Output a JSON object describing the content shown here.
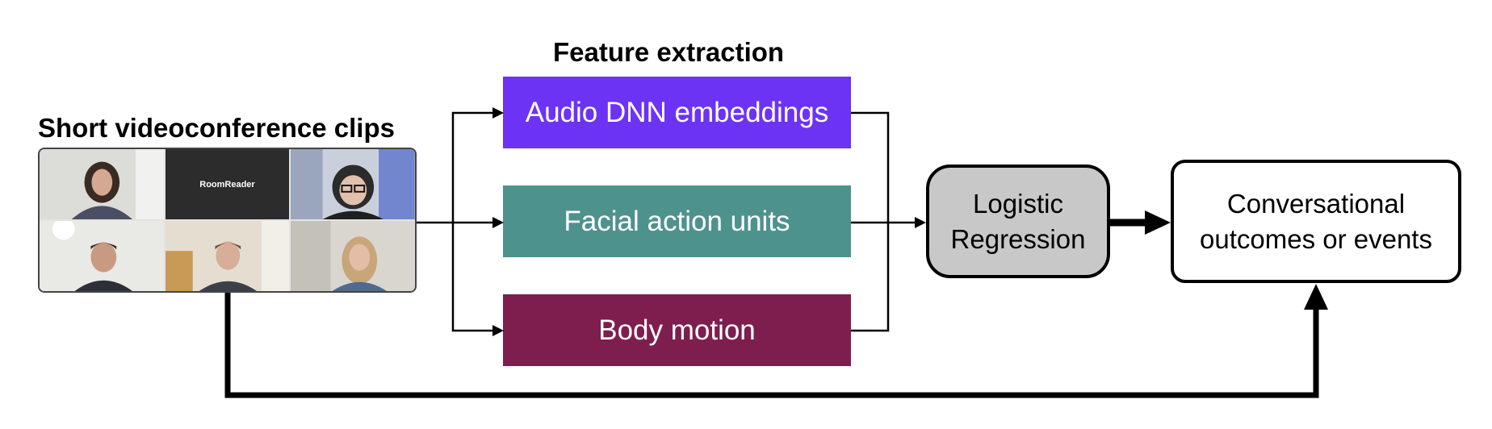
{
  "source": {
    "title": "Short videoconference clips"
  },
  "grid": {
    "center_label": "RoomReader"
  },
  "features": {
    "title": "Feature extraction",
    "audio": {
      "label": "Audio DNN embeddings",
      "color": "#6C33F5"
    },
    "facial": {
      "label": "Facial action units",
      "color": "#4E928E"
    },
    "body": {
      "label": "Body motion",
      "color": "#7E1E4F"
    }
  },
  "model": {
    "line1": "Logistic",
    "line2": "Regression",
    "color": "#C8C8C8"
  },
  "outcome": {
    "line1": "Conversational",
    "line2": "outcomes or events"
  }
}
